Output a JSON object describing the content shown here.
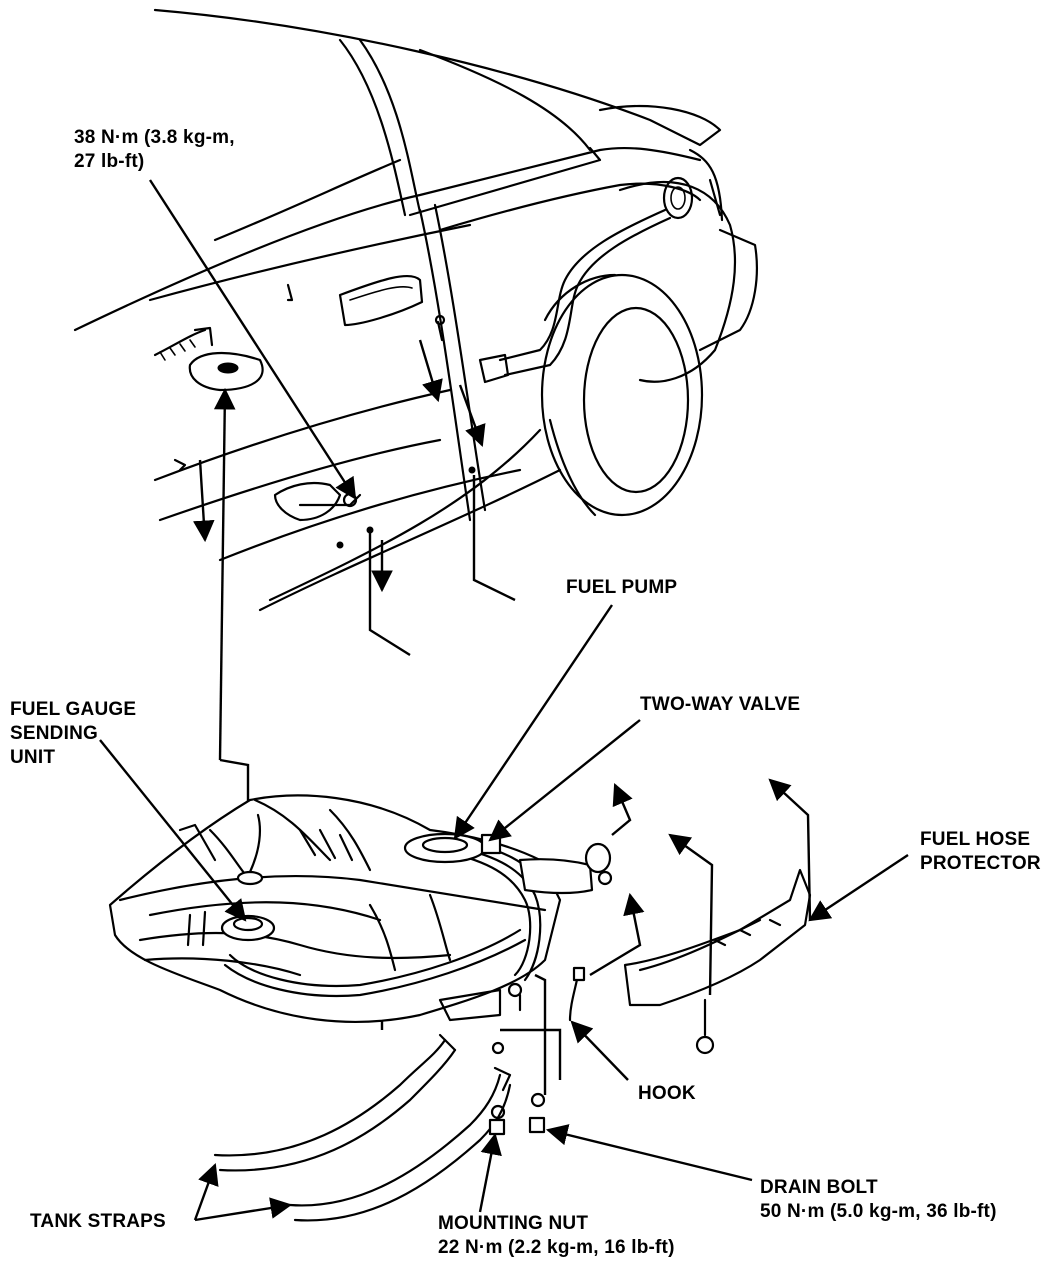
{
  "labels": {
    "torque_top": [
      "38 N·m (3.8 kg-m,",
      "27 lb-ft)"
    ],
    "fuel_pump": "FUEL PUMP",
    "fuel_gauge": [
      "FUEL GAUGE",
      "SENDING",
      "UNIT"
    ],
    "two_way_valve": "TWO-WAY VALVE",
    "fuel_hose_protector": [
      "FUEL HOSE",
      "PROTECTOR"
    ],
    "hook": "HOOK",
    "drain_bolt": [
      "DRAIN BOLT",
      "50 N·m (5.0 kg-m, 36 lb-ft)"
    ],
    "tank_straps": "TANK STRAPS",
    "mounting_nut": [
      "MOUNTING NUT",
      "22 N·m (2.2 kg-m, 16 lb-ft)"
    ]
  }
}
